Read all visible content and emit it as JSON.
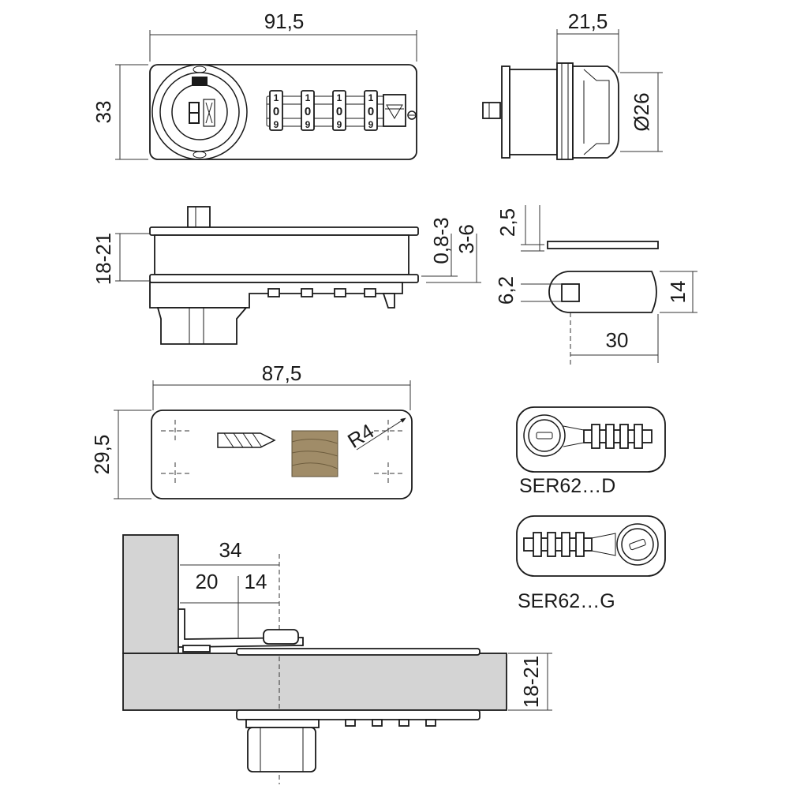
{
  "dimensions": {
    "front_width": "91,5",
    "front_height": "33",
    "side_width": "21,5",
    "side_diameter": "Ø26",
    "top_height": "18-21",
    "top_thickness": "0,8-3",
    "top_range": "3-6",
    "cam_thickness": "2,5",
    "cam_hole": "6,2",
    "cam_height": "14",
    "cam_length": "30",
    "cutout_width": "87,5",
    "cutout_height": "29,5",
    "cutout_radius": "R4",
    "install_total": "34",
    "install_left": "20",
    "install_right": "14",
    "install_board": "18-21"
  },
  "dials": [
    "1",
    "0",
    "9"
  ],
  "variants": {
    "right_hand": "SER62…D",
    "left_hand": "SER62…G"
  },
  "colors": {
    "wood": "#a08c68",
    "panel_gray": "#d4d4d4",
    "line": "#1a1a1a"
  }
}
